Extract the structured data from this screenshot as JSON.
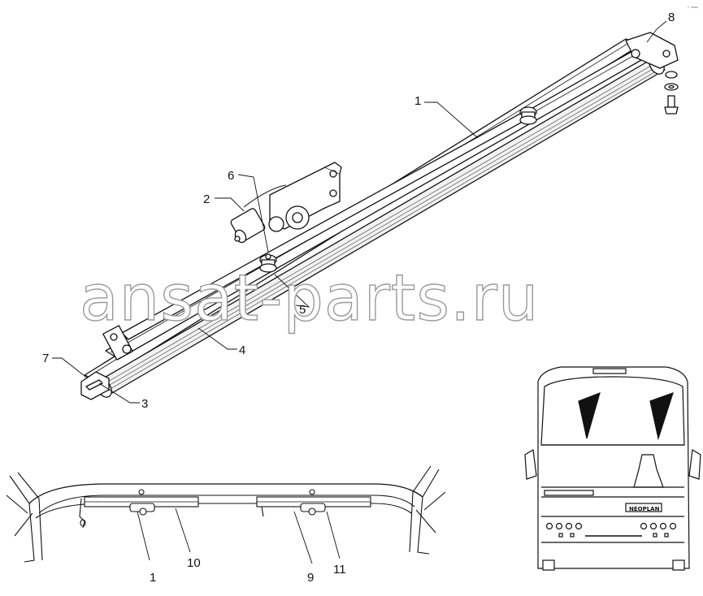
{
  "callouts": {
    "c1": "1",
    "c2": "2",
    "c3": "3",
    "c4": "4",
    "c5": "5",
    "c6": "6",
    "c7": "7",
    "c8": "8",
    "c1b": "1",
    "c9": "9",
    "c10": "10",
    "c11": "11"
  },
  "watermark": "ansat-parts.ru",
  "bus_badge": "NEOPLAN",
  "corner_mark": "⌐ ▫▫▫"
}
